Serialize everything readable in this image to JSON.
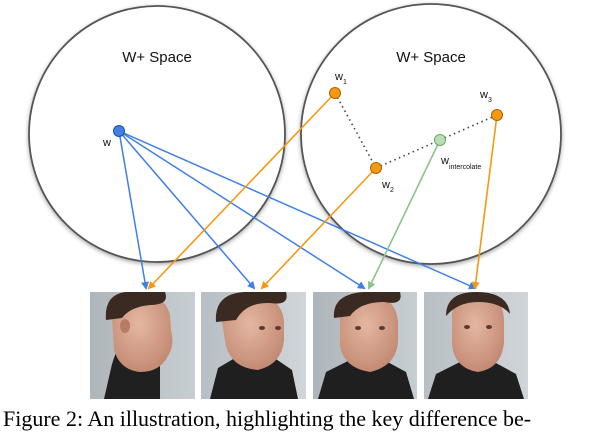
{
  "figure": {
    "left_space": {
      "title": "W+ Space",
      "point_label": "w"
    },
    "right_space": {
      "title": "W+ Space",
      "points": [
        {
          "base": "w",
          "sub": "1"
        },
        {
          "base": "w",
          "sub": "2"
        },
        {
          "base": "w",
          "sub": "3"
        },
        {
          "base": "w",
          "sub": "intercolate"
        }
      ]
    },
    "colors": {
      "blue": "#3f7fe6",
      "orange": "#f59a10",
      "green": "#8cc486",
      "circle_stroke": "#555555",
      "dotted": "#444444"
    },
    "faces": [
      {
        "name": "face-1",
        "pose": "profile-right"
      },
      {
        "name": "face-2",
        "pose": "three-quarter-right"
      },
      {
        "name": "face-3",
        "pose": "slight-right"
      },
      {
        "name": "face-4",
        "pose": "frontal"
      }
    ]
  },
  "caption": "Figure 2: An illustration, highlighting the key difference be-"
}
